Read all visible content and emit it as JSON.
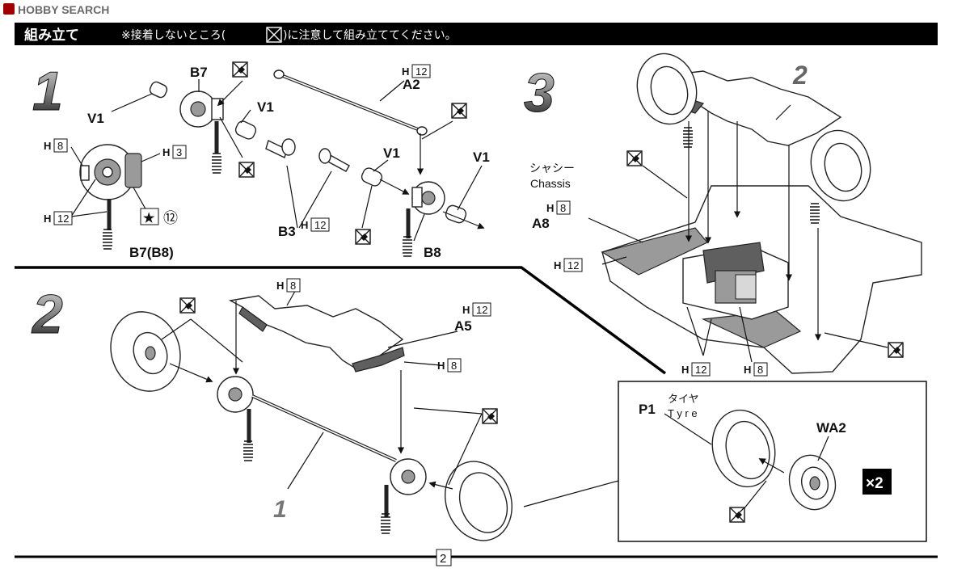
{
  "watermark": "HOBBY SEARCH",
  "header": {
    "title": "組み立て",
    "note_before": "※接着しないところ(",
    "note_after": ")に注意して組み立ててください。"
  },
  "steps": {
    "s1": {
      "number": "1",
      "parts": {
        "V1": "V1",
        "B7": "B7",
        "B7_B8": "B7(B8)",
        "A2": "A2",
        "B3": "B3",
        "B8": "B8"
      }
    },
    "s2": {
      "number": "2",
      "parts": {
        "A5": "A5",
        "sub": "1"
      }
    },
    "s3": {
      "number": "3",
      "parts": {
        "sub": "2",
        "A8": "A8",
        "chassis_jp": "シャシー",
        "chassis_en": "Chassis"
      }
    },
    "tyre_box": {
      "P1": "P1",
      "tyre_jp": "タイヤ",
      "tyre_en": "T y r e",
      "WA2": "WA2",
      "times": "×2"
    }
  },
  "colors": {
    "H": "H",
    "n8": "8",
    "n3": "3",
    "n12": "12",
    "star_num": "⑫"
  },
  "page_number": "2"
}
